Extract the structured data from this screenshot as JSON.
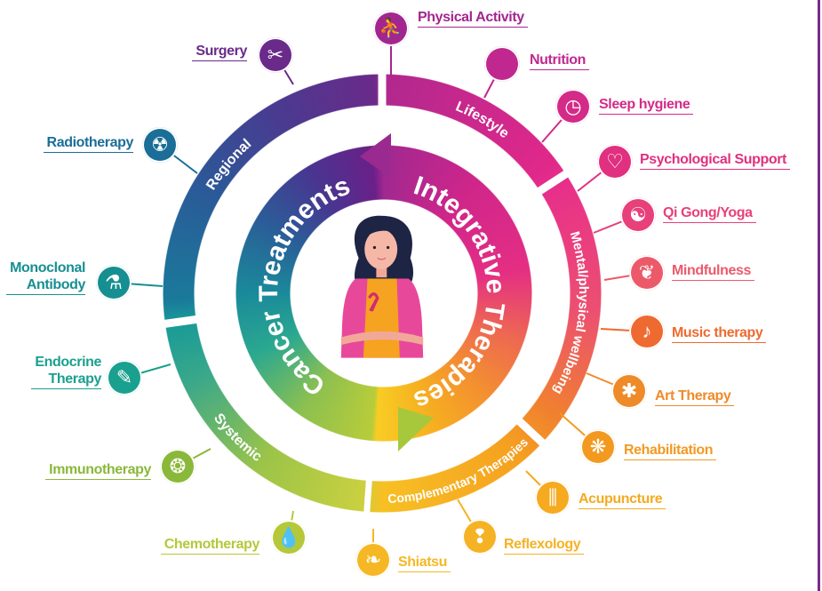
{
  "center": {
    "left_label": "Cancer Treatments",
    "right_label": "Integrative Therapies"
  },
  "segments": {
    "regional": "Regional",
    "systemic": "Systemic",
    "lifestyle": "Lifestyle",
    "mental": "Mental/physical wellbeing",
    "complementary": "Complementary Therapies"
  },
  "items": [
    {
      "label": "Surgery",
      "icon": "scissors-icon",
      "glyph": "✂",
      "color": "#6a2a8a"
    },
    {
      "label": "Radiotherapy",
      "icon": "radiation-icon",
      "glyph": "☢",
      "color": "#1a6e98"
    },
    {
      "label": "Monoclonal\nAntibody",
      "icon": "microscope-icon",
      "glyph": "⚗",
      "color": "#168f92"
    },
    {
      "label": "Endocrine\nTherapy",
      "icon": "pill-icon",
      "glyph": "✎",
      "color": "#1aa08e"
    },
    {
      "label": "Immunotherapy",
      "icon": "cells-icon",
      "glyph": "❂",
      "color": "#8ab83a"
    },
    {
      "label": "Chemotherapy",
      "icon": "droplet-icon",
      "glyph": "💧",
      "color": "#b5c83a"
    },
    {
      "label": "Physical Activity",
      "icon": "running-icon",
      "glyph": "⛹",
      "color": "#a3268f"
    },
    {
      "label": "Nutrition",
      "icon": "apple-icon",
      "glyph": "",
      "color": "#c0288f"
    },
    {
      "label": "Sleep hygiene",
      "icon": "alarm-clock-icon",
      "glyph": "◷",
      "color": "#d42a88"
    },
    {
      "label": "Psychological Support",
      "icon": "head-heart-icon",
      "glyph": "♡",
      "color": "#e0307f"
    },
    {
      "label": "Qi Gong/Yoga",
      "icon": "yin-yang-icon",
      "glyph": "☯",
      "color": "#e8407a"
    },
    {
      "label": "Mindfulness",
      "icon": "lotus-icon",
      "glyph": "❦",
      "color": "#ec5a6a"
    },
    {
      "label": "Music therapy",
      "icon": "music-note-icon",
      "glyph": "♪",
      "color": "#ee6a30"
    },
    {
      "label": "Art Therapy",
      "icon": "palette-icon",
      "glyph": "✱",
      "color": "#ef8a28"
    },
    {
      "label": "Rehabilitation",
      "icon": "flower-icon",
      "glyph": "❋",
      "color": "#f29a20"
    },
    {
      "label": "Acupuncture",
      "icon": "needles-icon",
      "glyph": "⫼",
      "color": "#f5aa20"
    },
    {
      "label": "Reflexology",
      "icon": "feet-icon",
      "glyph": "❢",
      "color": "#f5b224"
    },
    {
      "label": "Shiatsu",
      "icon": "leaf-hand-icon",
      "glyph": "❧",
      "color": "#f5b824"
    }
  ]
}
